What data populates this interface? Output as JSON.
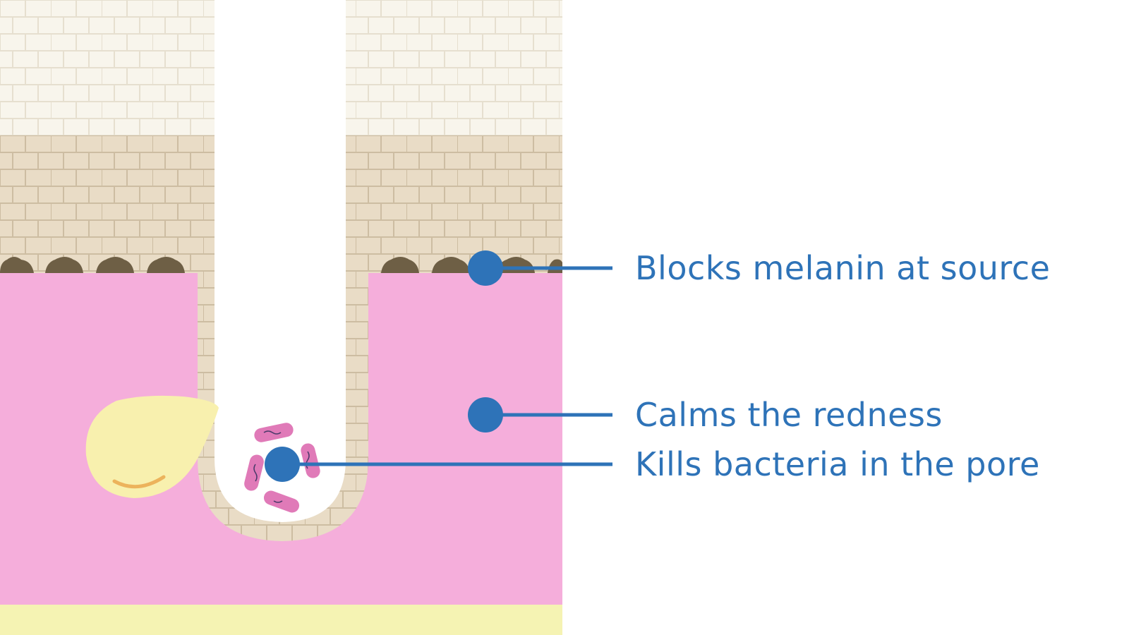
{
  "colors": {
    "callout": "#2e73b8",
    "outer_skin": "#f8f5ec",
    "outer_skin_line": "#e6dfcf",
    "inner_skin": "#e9dcc6",
    "inner_skin_line": "#cdbda2",
    "melanin": "#6e5f45",
    "dermis": "#f5aedb",
    "subcutis": "#f5f3b3",
    "gland": "#f8f0ae",
    "gland_line": "#ecb35c",
    "bacteria": "#e07ab8",
    "bacteria_line": "#4a3a6a"
  },
  "callouts": [
    {
      "id": "melanin",
      "label": "Blocks melanin at source"
    },
    {
      "id": "redness",
      "label": "Calms the redness"
    },
    {
      "id": "bacteria",
      "label": "Kills bacteria in the pore"
    }
  ]
}
